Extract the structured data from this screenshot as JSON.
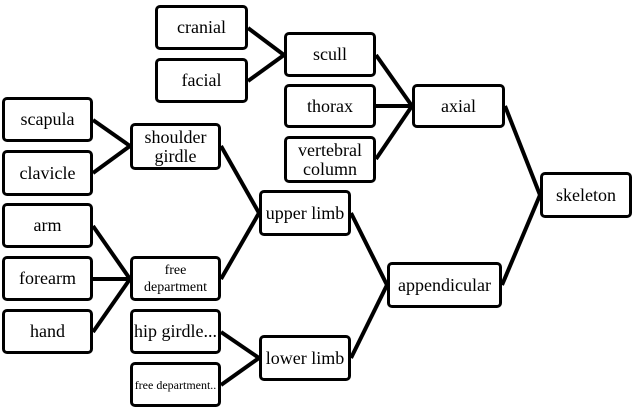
{
  "nodes": {
    "cranial": "cranial",
    "facial": "facial",
    "scull": "scull",
    "thorax": "thorax",
    "vertebral": "vertebral column",
    "axial": "axial",
    "skeleton": "skeleton",
    "scapula": "scapula",
    "clavicle": "clavicle",
    "shoulder": "shoulder girdle",
    "arm": "arm",
    "forearm": "forearm",
    "hand": "hand",
    "free_upper": "free department",
    "hip": "hip girdle...",
    "free_lower": "free department..",
    "upper": "upper limb",
    "lower": "lower limb",
    "appendicular": "appendicular"
  }
}
